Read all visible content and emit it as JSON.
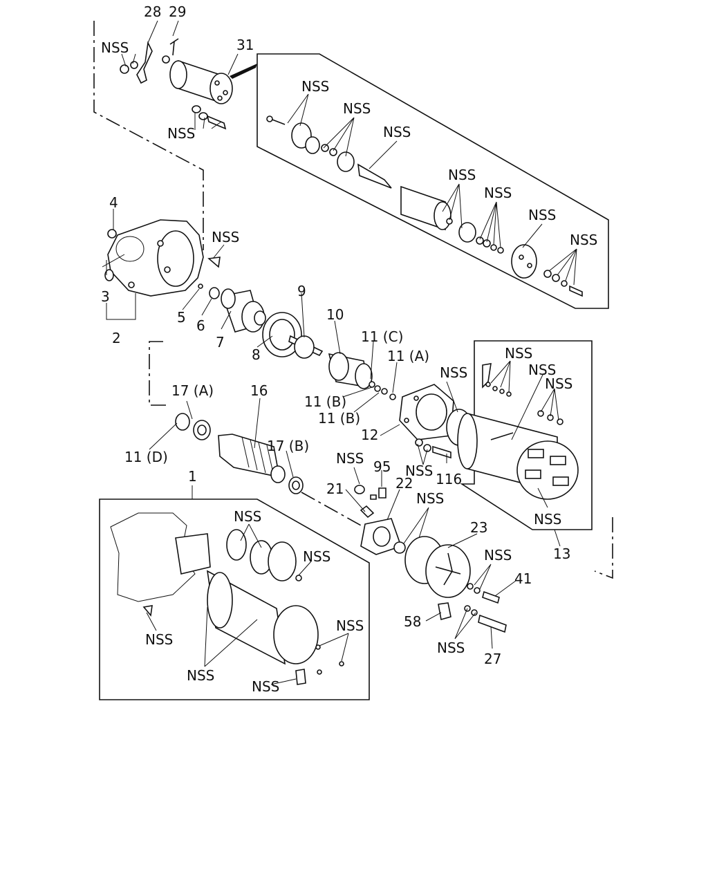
{
  "labels": {
    "p1": "1",
    "p2": "2",
    "p3": "3",
    "p4": "4",
    "p5": "5",
    "p6": "6",
    "p7": "7",
    "p8": "8",
    "p9": "9",
    "p10": "10",
    "p11a": "11 (A)",
    "p11b1": "11 (B)",
    "p11b2": "11 (B)",
    "p11c": "11 (C)",
    "p11d": "11 (D)",
    "p12": "12",
    "p13": "13",
    "p16": "16",
    "p17a": "17 (A)",
    "p17b": "17 (B)",
    "p21": "21",
    "p22": "22",
    "p23": "23",
    "p27": "27",
    "p28": "28",
    "p29": "29",
    "p31": "31",
    "p41": "41",
    "p58": "58",
    "p95": "95",
    "p116": "116"
  },
  "nss": "NSS"
}
